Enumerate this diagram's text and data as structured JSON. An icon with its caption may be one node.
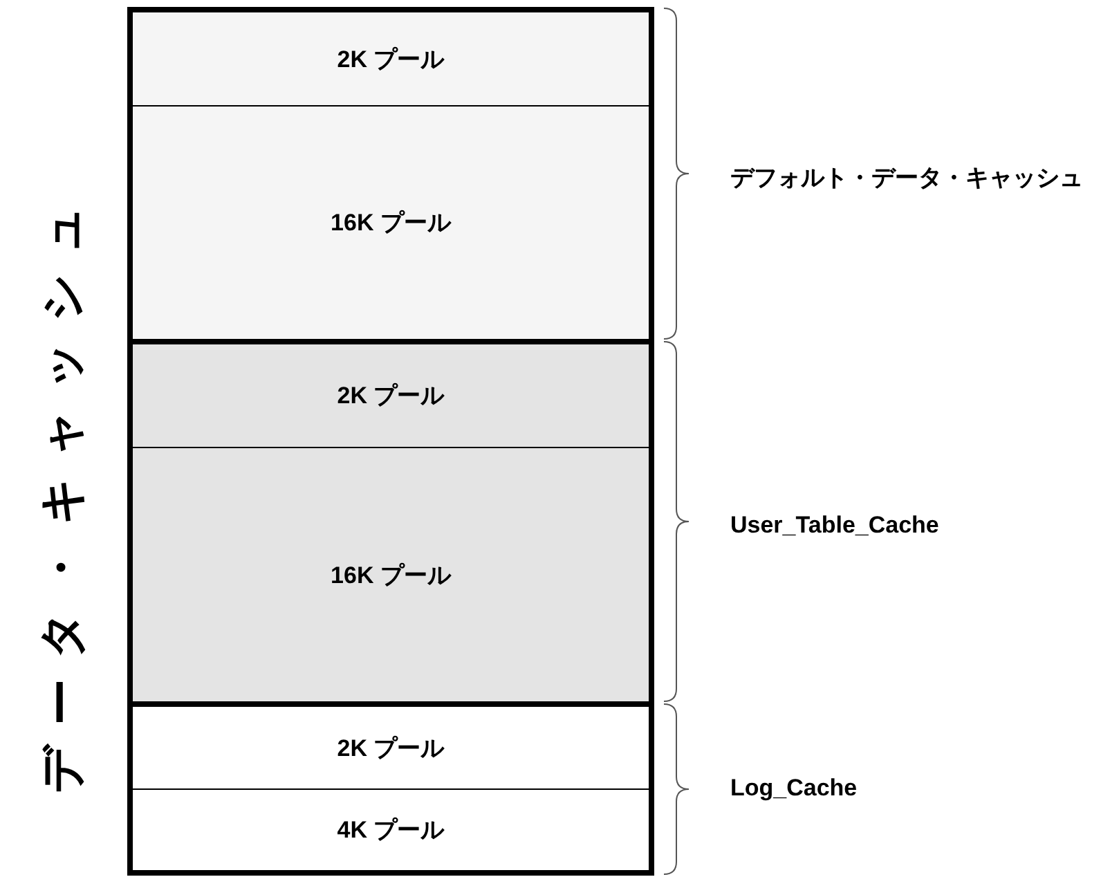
{
  "diagram": {
    "nodes": [
      {
        "text": [
          "データ・キャッシュ"
        ]
      },
      {
        "text": [
          "デフォルト・データ・キャッシュ"
        ],
        "in": 0
      },
      {
        "text": [
          "2K プール"
        ],
        "in": 1
      },
      {
        "text": [
          "16K プール"
        ],
        "in": 1
      },
      {
        "text": [
          "User_Table_Cache"
        ],
        "in": 0
      },
      {
        "text": [
          "2K プール"
        ],
        "in": 4
      },
      {
        "text": [
          "16K プール"
        ],
        "in": 4
      },
      {
        "text": [
          "Log_Cache"
        ],
        "in": 0
      },
      {
        "text": [
          "2K プール"
        ],
        "in": 7
      },
      {
        "text": [
          "4K プール"
        ],
        "in": 7
      }
    ]
  }
}
